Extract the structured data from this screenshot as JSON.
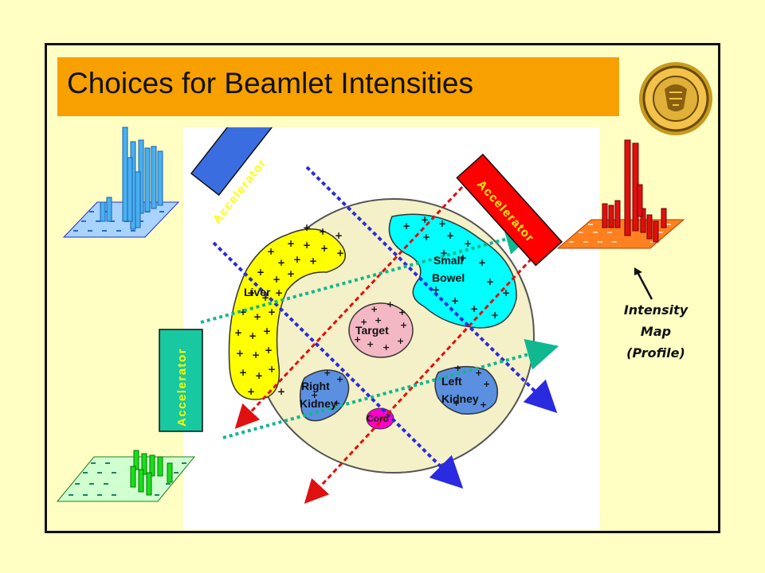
{
  "title": "Choices for Beamlet Intensities",
  "accelerators": {
    "top": "Accelerator",
    "right": "Accelerator",
    "left": "Accelerator"
  },
  "organs": {
    "liver": "Liver",
    "small_bowel_line1": "Small",
    "small_bowel_line2": "Bowel",
    "target": "Target",
    "right_kidney_line1": "Right",
    "right_kidney_line2": "Kidney",
    "left_kidney_line1": "Left",
    "left_kidney_line2": "Kidney",
    "cord": "Cord"
  },
  "caption": {
    "line1": "Intensity",
    "line2": "Map",
    "line3": "(Profile)"
  },
  "colors": {
    "background": "#ffffc4",
    "title_bar": "#f7a000",
    "body_outline": "#f4f0c8",
    "liver": "#ffff00",
    "small_bowel": "#00ffff",
    "target": "#f4b8c4",
    "kidney": "#5b8fe0",
    "cord": "#ff00cc",
    "beam_blue": "#2a2ae0",
    "beam_red": "#e01010",
    "beam_green": "#10b890",
    "profile_blue": "#4ab0f0",
    "profile_red": "#e01010",
    "profile_green": "#18e018"
  },
  "icons": [
    "university-seal-icon",
    "arrow-pointer-icon"
  ]
}
